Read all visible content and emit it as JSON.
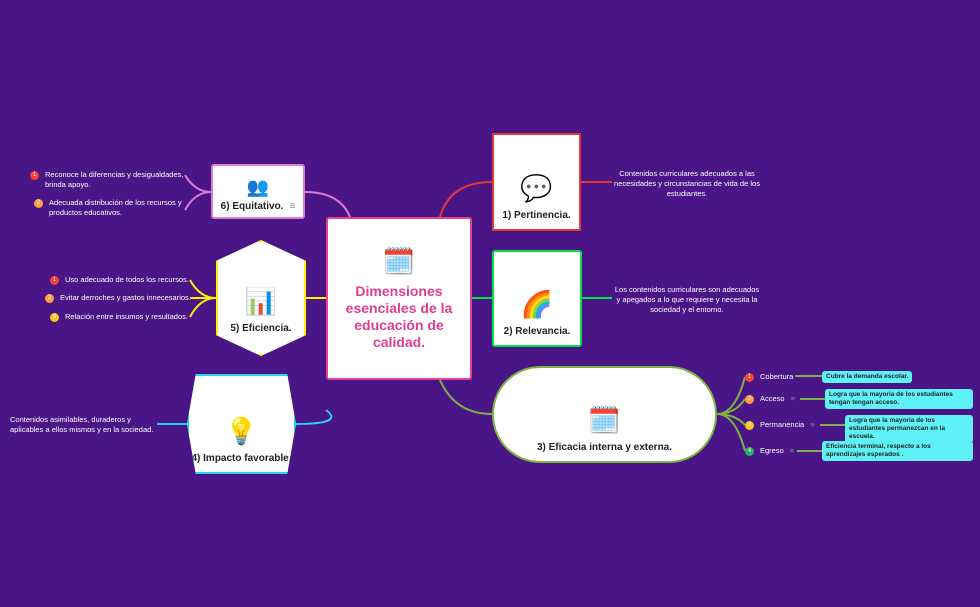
{
  "center": {
    "title": "Dimensiones esenciales de la educación de calidad.",
    "icon": "calendar-checklist-icon"
  },
  "nodes": {
    "pertinencia": {
      "label": "1) Pertinencia.",
      "icon": "social-media-icon",
      "color": "#e53935",
      "desc": "Contenidos curriculares adecuados a las necesidades y circunstancias de vida de los estudiantes."
    },
    "relevancia": {
      "label": "2) Relevancia.",
      "icon": "yes-rainbow-icon",
      "color": "#00e640",
      "desc": "Los contenidos curriculares son adecuados y apegados a lo que requiere y necesita la sociedad y el entorno."
    },
    "eficacia": {
      "label": "3) Eficacia interna y externa.",
      "icon": "calendar-checklist-icon",
      "color": "#7cb342",
      "items": [
        {
          "n": "1",
          "label": "Cobertura",
          "note": "Cubre la demanda escolar.",
          "color": "#f44336"
        },
        {
          "n": "2",
          "label": "Acceso",
          "note": "Logra que la mayoria de los estudiantes tengan tengan acceso.",
          "color": "#ff9f43"
        },
        {
          "n": "3",
          "label": "Permanencia",
          "note": "Logra que la mayoria de los estudiantes permanezcan en la escuela.",
          "color": "#f5c518"
        },
        {
          "n": "4",
          "label": "Egreso",
          "note": "Eficiencia terminal, respecto a los aprendizajes esperados .",
          "color": "#27ae60"
        }
      ]
    },
    "impacto": {
      "label": "4) Impacto favorable.",
      "icon": "idea-lightbulb-icon",
      "color": "#29d3f0",
      "desc": "Contenidos asimilables, duraderos y aplicables a ellos mismos y en la sociedad."
    },
    "eficiencia": {
      "label": "5) Eficiencia.",
      "icon": "analytics-chart-icon",
      "color": "#ffee00",
      "items": [
        {
          "n": "1",
          "text": "Uso adecuado de todos los recursos.",
          "color": "#f44336"
        },
        {
          "n": "2",
          "text": "Evitar derroches y gastos innecesarios.",
          "color": "#ff9f43"
        },
        {
          "n": "3",
          "text": "Relación entre insumos y resultados.",
          "color": "#f5c518"
        }
      ]
    },
    "equitativo": {
      "label": "6) Equitativo.",
      "icon": "people-meeting-icon",
      "color": "#e07bd0",
      "items": [
        {
          "n": "1",
          "text": "Reconoce la diferencias y desigualdades, brinda apoyo.",
          "color": "#f44336"
        },
        {
          "n": "2",
          "text": "Adecuada distribución de los recursos y productos educativos.",
          "color": "#ff9f43"
        }
      ]
    }
  }
}
